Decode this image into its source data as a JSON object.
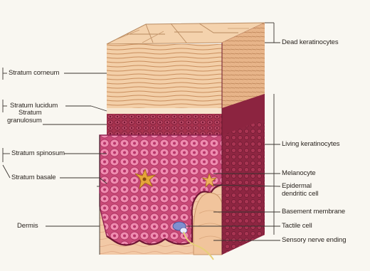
{
  "labels": {
    "left": {
      "stratum_corneum": "Stratum corneum",
      "stratum_lucidum": "Stratum lucidum",
      "stratum_granulosum_1": "Stratum",
      "stratum_granulosum_2": "granulosum",
      "stratum_spinosum": "Stratum spinosum",
      "stratum_basale": "Stratum basale",
      "dermis": "Dermis"
    },
    "right": {
      "dead_keratinocytes": "Dead keratinocytes",
      "living_keratinocytes": "Living keratinocytes",
      "melanocyte": "Melanocyte",
      "epidermal_dendritic_1": "Epidermal",
      "epidermal_dendritic_2": "dendritic cell",
      "basement_membrane": "Basement membrane",
      "tactile_cell": "Tactile cell",
      "sensory_nerve_ending": "Sensory nerve ending"
    }
  },
  "colors": {
    "background": "#f9f7f1",
    "corneum": "#f0c79e",
    "granulosum": "#9e2f4d",
    "spinosum": "#dc6a92",
    "dermis": "#f2c9a6",
    "side_face": "#9a2d47",
    "melanocyte": "#e6a63a",
    "tactile_cell": "#7f8fd0",
    "leader_line": "#3a3430"
  }
}
